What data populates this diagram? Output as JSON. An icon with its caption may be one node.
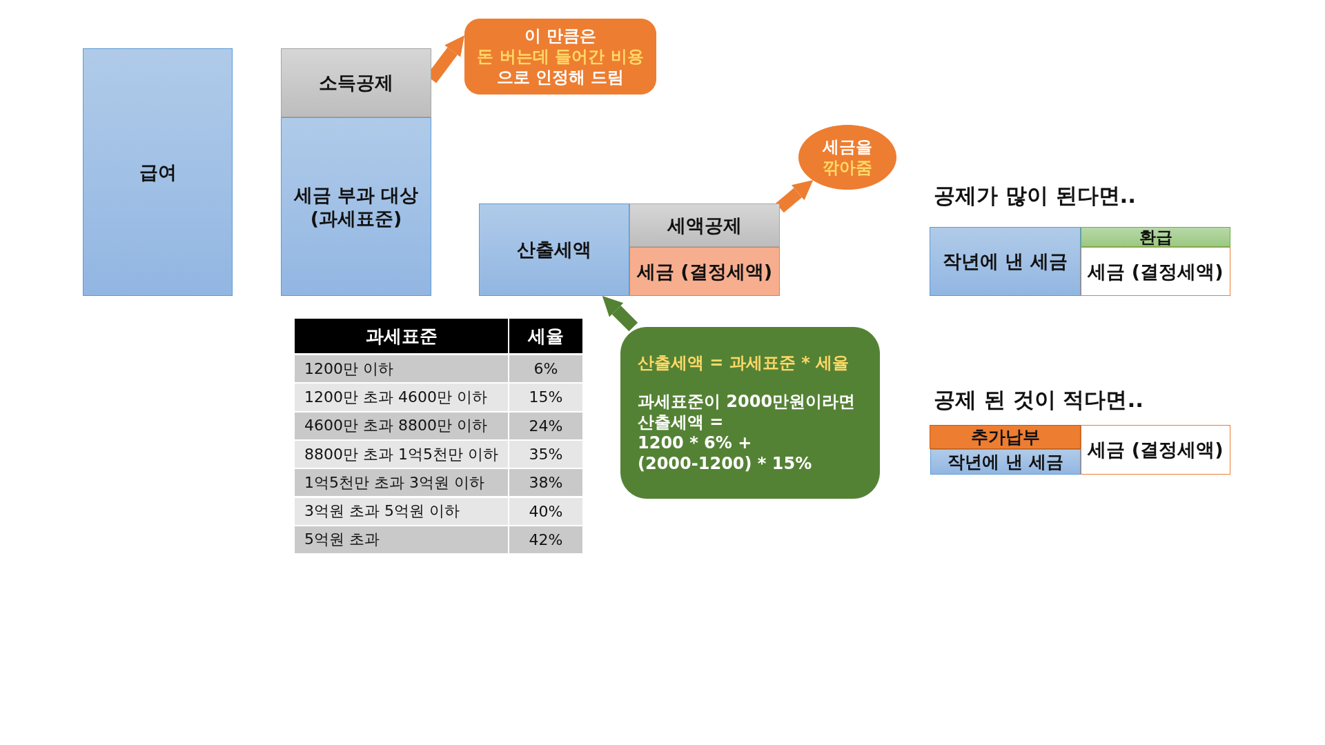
{
  "diagram": {
    "nodes": [
      {
        "text": [
          "급여"
        ]
      },
      {
        "text": [
          "소득공제"
        ]
      },
      {
        "text": [
          "세금 부과 대상 (과세표준)"
        ]
      },
      {
        "text": [
          "이 만큼은",
          "돈 버는데 들어간 비용",
          "으로 인정해 드림"
        ]
      },
      {
        "text": [
          "산출세액"
        ]
      },
      {
        "text": [
          "세액공제"
        ]
      },
      {
        "text": [
          "세금 (결정세액)"
        ]
      },
      {
        "text": [
          "세금을",
          "깎아줌"
        ]
      },
      {
        "text": [
          "산출세액 = 과세표준 * 세율",
          "과세표준이 2000만원이라면",
          "산출세액 =",
          "1200 * 6% +",
          "(2000-1200) * 15%"
        ]
      },
      {
        "text": [
          "작년에 낸 세금"
        ]
      },
      {
        "text": [
          "환급"
        ]
      },
      {
        "text": [
          "세금 (결정세액)"
        ]
      },
      {
        "text": [
          "추가납부"
        ]
      },
      {
        "text": [
          "작년에 낸 세금"
        ]
      },
      {
        "text": [
          "세금 (결정세액)"
        ]
      }
    ],
    "edges": [
      {
        "from": 1,
        "to": 3,
        "arrow": "to"
      },
      {
        "from": 5,
        "to": 7,
        "arrow": "to"
      },
      {
        "from": 8,
        "to": 4,
        "arrow": "to",
        "color": "#548235"
      }
    ],
    "labels": [
      "공제가 많이 된다면..",
      "과세표준",
      "세율",
      "1200만 이하",
      "6%",
      "1200만 초과 4600만 이하",
      "15%",
      "4600만 초과 8800만 이하",
      "24%",
      "8800만 초과 1억5천만 이하",
      "35%",
      "1억5천만 초과 3억원 이하",
      "38%",
      "3억원 초과 5억원 이하",
      "40%",
      "5억원 초과",
      "42%",
      "공제 된 것이 적다면.."
    ]
  }
}
